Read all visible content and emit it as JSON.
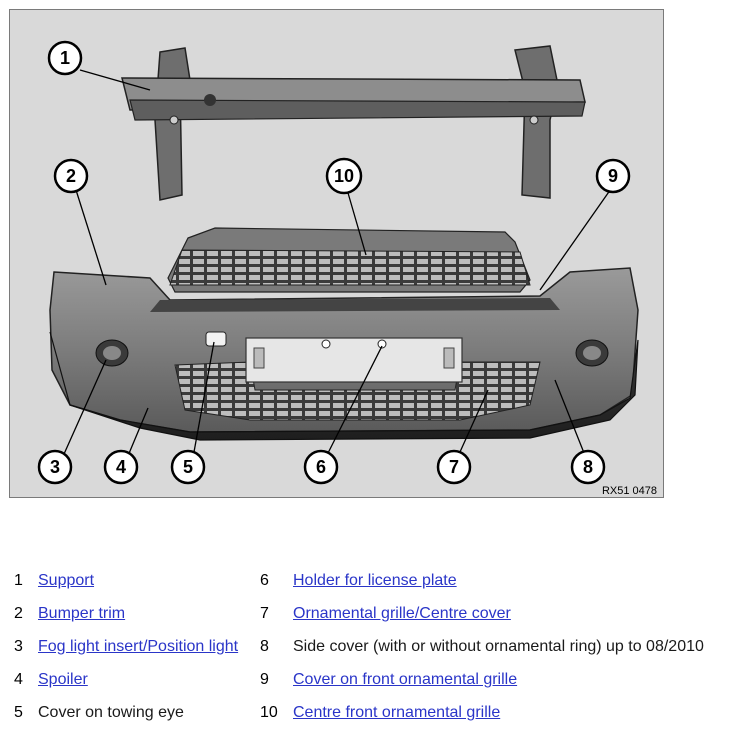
{
  "figure": {
    "code": "RX51 0478",
    "callouts": [
      "1",
      "2",
      "3",
      "4",
      "5",
      "6",
      "7",
      "8",
      "9",
      "10"
    ]
  },
  "legend": [
    {
      "num": "1",
      "label": "Support",
      "link": true
    },
    {
      "num": "2",
      "label": "Bumper trim",
      "link": true
    },
    {
      "num": "3",
      "label": "Fog light insert/Position light",
      "link": true
    },
    {
      "num": "4",
      "label": "Spoiler",
      "link": true
    },
    {
      "num": "5",
      "label": "Cover on towing eye",
      "link": false
    },
    {
      "num": "6",
      "label": "Holder for license plate",
      "link": true
    },
    {
      "num": "7",
      "label": "Ornamental grille/Centre cover",
      "link": true
    },
    {
      "num": "8",
      "label": "Side cover (with or without ornamental ring) up to 08/2010",
      "link": false
    },
    {
      "num": "9",
      "label": "Cover on front ornamental grille",
      "link": true
    },
    {
      "num": "10",
      "label": "Centre front ornamental grille",
      "link": true
    }
  ]
}
